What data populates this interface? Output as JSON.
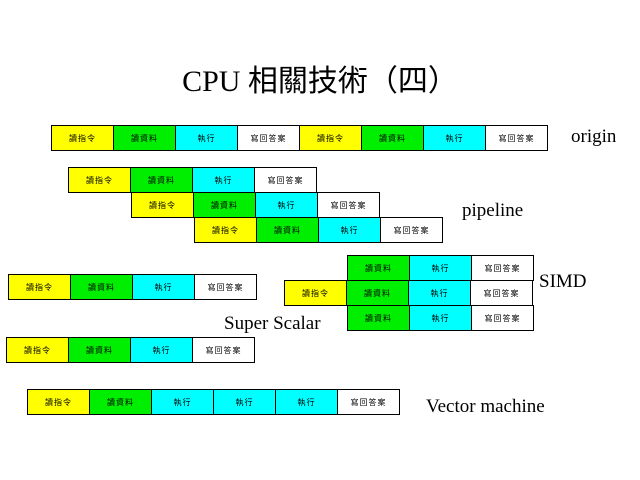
{
  "title": "CPU 相關技術（四）",
  "stages": {
    "fetch": "讀指令",
    "decode": "讀資料",
    "execute": "執行",
    "writeback": "寫回答案"
  },
  "colors": {
    "fetch": "#ffff00",
    "decode": "#00ee00",
    "execute": "#00ffff",
    "writeback": "#ffffff"
  },
  "diagrams": {
    "origin": {
      "label": "origin",
      "rows": [
        [
          "fetch",
          "decode",
          "execute",
          "writeback",
          "fetch",
          "decode",
          "execute",
          "writeback"
        ]
      ]
    },
    "pipeline": {
      "label": "pipeline",
      "rows": [
        [
          "fetch",
          "decode",
          "execute",
          "writeback"
        ],
        [
          "fetch",
          "decode",
          "execute",
          "writeback"
        ],
        [
          "fetch",
          "decode",
          "execute",
          "writeback"
        ]
      ]
    },
    "superscalar": {
      "label": "Super Scalar",
      "rows": [
        [
          "fetch",
          "decode",
          "execute",
          "writeback"
        ],
        [
          "fetch",
          "decode",
          "execute",
          "writeback"
        ]
      ]
    },
    "simd": {
      "label": "SIMD",
      "rows": [
        [
          "decode",
          "execute",
          "writeback"
        ],
        [
          "fetch",
          "decode",
          "execute",
          "writeback"
        ],
        [
          "decode",
          "execute",
          "writeback"
        ]
      ]
    },
    "vector": {
      "label": "Vector machine",
      "rows": [
        [
          "fetch",
          "decode",
          "execute",
          "execute",
          "execute",
          "writeback"
        ]
      ]
    }
  }
}
